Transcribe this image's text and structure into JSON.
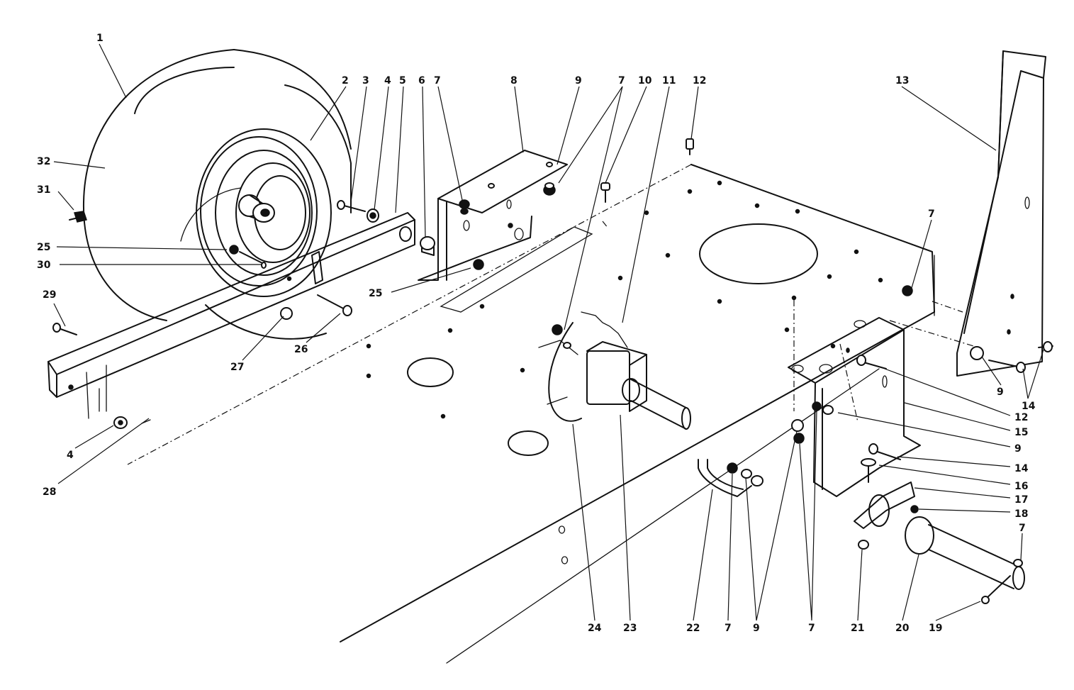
{
  "callouts": {
    "c1": "1",
    "c2": "2",
    "c3": "3",
    "c4a": "4",
    "c5": "5",
    "c6": "6",
    "c7a": "7",
    "c8": "8",
    "c9a": "9",
    "c7b": "7",
    "c10": "10",
    "c11": "11",
    "c12a": "12",
    "c13": "13",
    "c32": "32",
    "c31": "31",
    "c25a": "25",
    "c30": "30",
    "c25b": "25",
    "c29": "29",
    "c27": "27",
    "c26": "26",
    "c4b": "4",
    "c28": "28",
    "c7c": "7",
    "c9b": "9",
    "c14a": "14",
    "c12b": "12",
    "c15": "15",
    "c9c": "9",
    "c14b": "14",
    "c16": "16",
    "c17": "17",
    "c18": "18",
    "c7d": "7",
    "c19": "19",
    "c20": "20",
    "c21": "21",
    "c7e": "7",
    "c9d": "9",
    "c7f": "7",
    "c22": "22",
    "c23": "23",
    "c24": "24"
  }
}
